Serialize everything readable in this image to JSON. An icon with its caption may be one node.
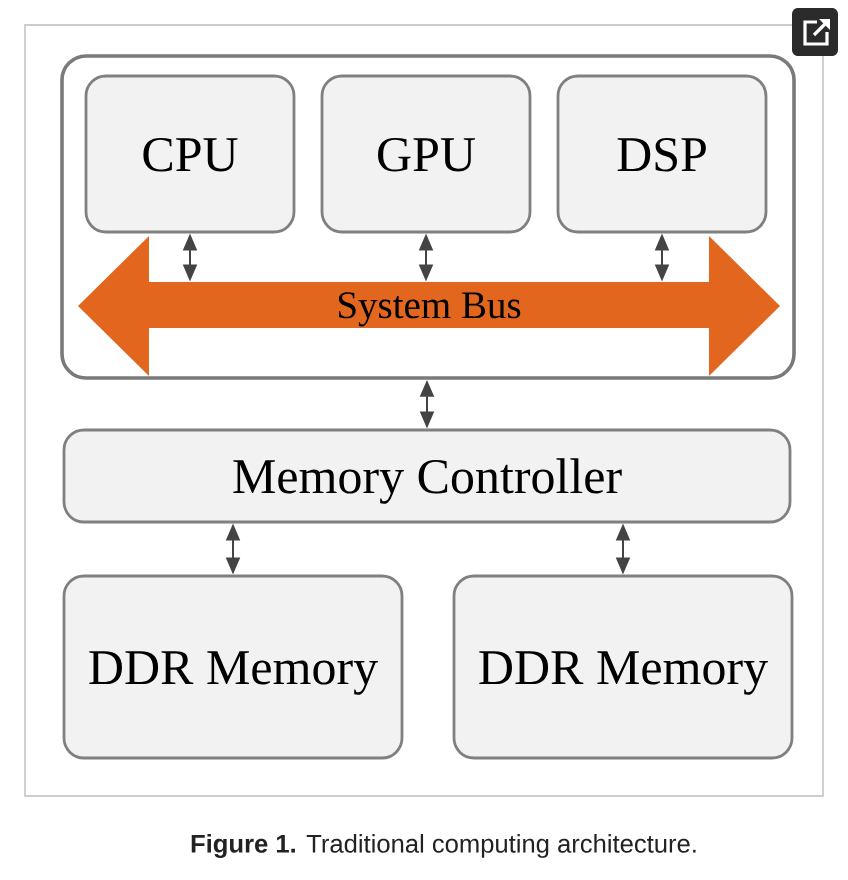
{
  "diagram": {
    "caption": "**Figure 1.** Traditional computing architecture.",
    "nodes": [
      {
        "text": [],
        "shape": "box"
      },
      {
        "text": [
          "CPU"
        ],
        "in": 0
      },
      {
        "text": [
          "GPU"
        ],
        "in": 0
      },
      {
        "text": [
          "DSP"
        ],
        "in": 0
      },
      {
        "text": [
          "System Bus"
        ],
        "in": 0
      },
      {
        "text": [
          "Memory Controller"
        ]
      },
      {
        "text": [
          "DDR Memory"
        ]
      },
      {
        "text": [
          "DDR Memory"
        ]
      }
    ],
    "edges": [
      {
        "from": 1,
        "to": 4,
        "arrow": "both"
      },
      {
        "from": 2,
        "to": 4,
        "arrow": "both"
      },
      {
        "from": 3,
        "to": 4,
        "arrow": "both"
      },
      {
        "from": 0,
        "to": 5,
        "arrow": "both"
      },
      {
        "from": 5,
        "to": 6,
        "arrow": "both"
      },
      {
        "from": 5,
        "to": 7,
        "arrow": "both"
      }
    ]
  }
}
